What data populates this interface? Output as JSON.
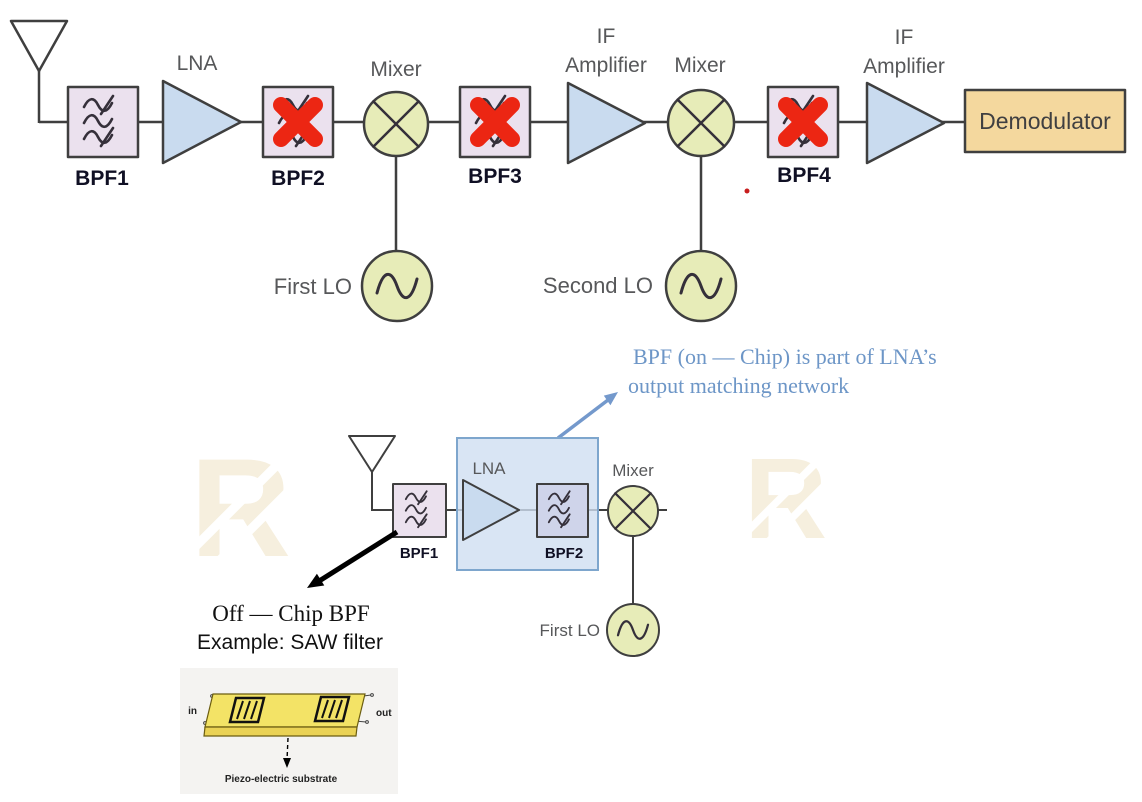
{
  "title": "Superheterodyne receiver BPF diagram",
  "colors": {
    "outline": "#3f3f3f",
    "filter_fill": "#ebe1ee",
    "filter_fill_onchip": "#cfd4ea",
    "amp_fill": "#c9dbef",
    "mixer_fill": "#e7ecb8",
    "demod_fill": "#f4d89e",
    "cross_red": "#ec2613",
    "red_dot": "#c81e1e",
    "note_blue": "#6d96c7",
    "chip_box_fill": "#cfdff1",
    "chip_box_border": "#7ea6cd",
    "label_gray": "#57585a",
    "label_dark": "#101024",
    "saw_yellow": "#f3e366",
    "saw_yellow_side": "#ead255",
    "saw_bg": "#f4f3f1",
    "watermark_cream": "#f6efde"
  },
  "top_chain": {
    "lna": "LNA",
    "bpf1": "BPF1",
    "bpf2": "BPF2",
    "bpf3": "BPF3",
    "bpf4": "BPF4",
    "mixer1": "Mixer",
    "mixer2": "Mixer",
    "if1_line1": "IF",
    "if1_line2": "Amplifier",
    "if2_line1": "IF",
    "if2_line2": "Amplifier",
    "demodulator": "Demodulator",
    "first_lo": "First LO",
    "second_lo": "Second LO"
  },
  "bottom_chain": {
    "lna": "LNA",
    "bpf1": "BPF1",
    "bpf2": "BPF2",
    "mixer": "Mixer",
    "first_lo": "First LO"
  },
  "annotations": {
    "on_chip_line1": "BPF (on — Chip) is part of LNA’s",
    "on_chip_line2": "output matching network",
    "off_chip_line1": "Off — Chip BPF",
    "off_chip_line2": "Example: SAW filter"
  },
  "saw_filter": {
    "in": "in",
    "out": "out",
    "substrate": "Piezo-electric substrate"
  },
  "watermark": {
    "letter": "R"
  }
}
